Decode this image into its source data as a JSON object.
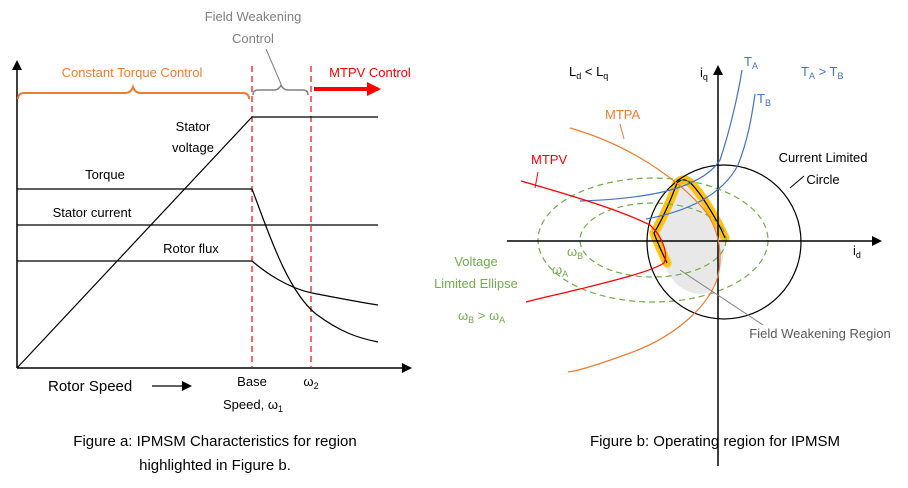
{
  "colors": {
    "black": "#000000",
    "orange": "#ED7D31",
    "red": "#FF0000",
    "gray": "#808080",
    "green": "#70AD47",
    "blue": "#4472C4",
    "highlight": "#FFC000",
    "region_fill": "#E8E8E8"
  },
  "figure_a": {
    "field_weakening_1": "Field Weakening",
    "field_weakening_2": "Control",
    "constant_torque": "Constant Torque Control",
    "mtpv_control": "MTPV Control",
    "stator_voltage_1": "Stator",
    "stator_voltage_2": "voltage",
    "torque": "Torque",
    "stator_current": "Stator current",
    "rotor_flux": "Rotor flux",
    "rotor_speed": "Rotor Speed",
    "base_1": "Base",
    "base_2": "Speed, ω",
    "base_2_sub": "1",
    "omega2": "ω",
    "omega2_sub": "2",
    "caption_1": "Figure a: IPMSM Characteristics for region",
    "caption_2": "highlighted in Figure b."
  },
  "figure_b": {
    "ld": "L",
    "ld_sub": "d",
    "lt": " < L",
    "lq_sub": "q",
    "iq": "i",
    "iq_sub": "q",
    "id": "i",
    "id_sub": "d",
    "ta": "T",
    "ta_sub": "A",
    "tb": "T",
    "tb_sub": "B",
    "ta_gt_tb_1": "T",
    "ta_gt_tb_1_sub": "A",
    "ta_gt_tb_2": " > T",
    "ta_gt_tb_2_sub": "B",
    "mtpa": "MTPA",
    "mtpv": "MTPV",
    "current_limited_1": "Current Limited",
    "current_limited_2": "Circle",
    "omega_b": "ω",
    "omega_b_sub": "B",
    "omega_a": "ω",
    "omega_a_sub": "A",
    "voltage_1": "Voltage",
    "voltage_2": "Limited Ellipse",
    "wb_gt_wa_1": "ω",
    "wb_gt_wa_1_sub": "B",
    "wb_gt_wa_2": " > ω",
    "wb_gt_wa_2_sub": "A",
    "fw_region": "Field Weakening Region",
    "caption": "Figure b: Operating region for IPMSM"
  }
}
